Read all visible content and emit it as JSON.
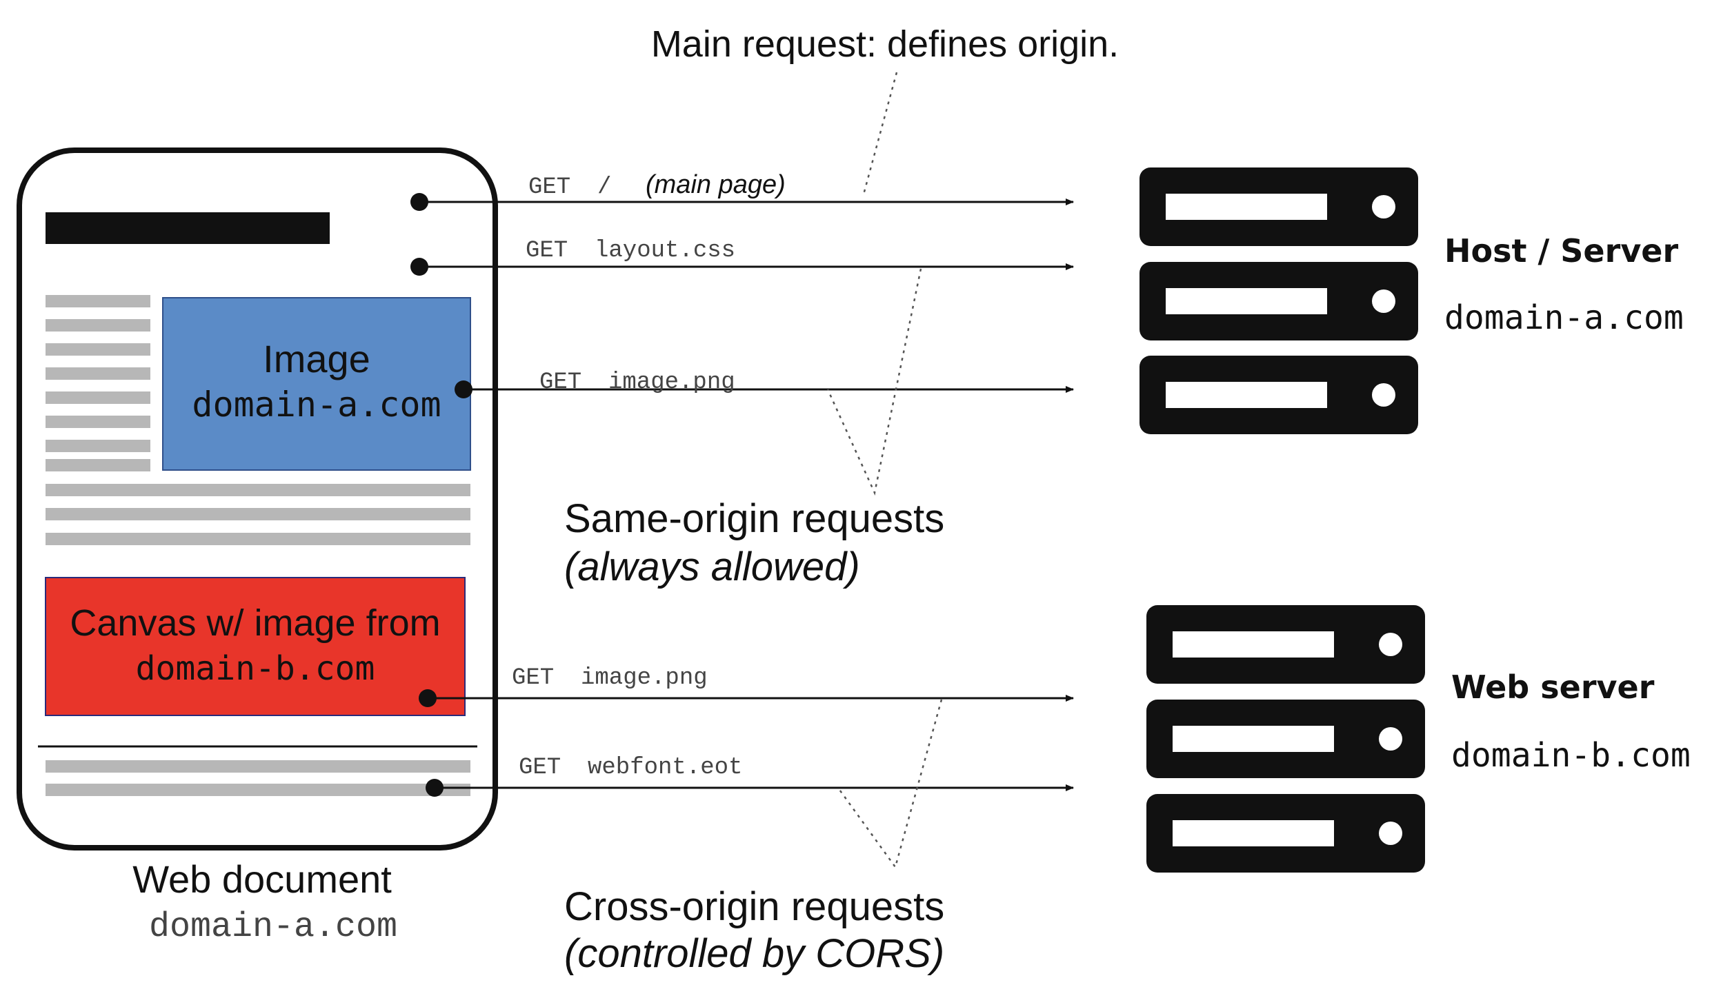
{
  "title": "Main request: defines origin.",
  "document": {
    "label": "Web document",
    "domain": "domain-a.com",
    "image_box": {
      "label": "Image",
      "domain": "domain-a.com",
      "color": "#5b8bc7"
    },
    "canvas_box": {
      "label": "Canvas w/ image from",
      "domain": "domain-b.com",
      "color": "#e8352a"
    }
  },
  "requests": [
    {
      "method": "GET",
      "path": "/",
      "note": "(main page)"
    },
    {
      "method": "GET",
      "path": "layout.css"
    },
    {
      "method": "GET",
      "path": "image.png"
    },
    {
      "method": "GET",
      "path": "image.png"
    },
    {
      "method": "GET",
      "path": "webfont.eot"
    }
  ],
  "groups": {
    "same_origin": {
      "title": "Same-origin requests",
      "subtitle": "(always allowed)"
    },
    "cross_origin": {
      "title": "Cross-origin requests",
      "subtitle": "(controlled by CORS)"
    }
  },
  "servers": {
    "host": {
      "title": "Host / Server",
      "domain": "domain-a.com"
    },
    "web": {
      "title": "Web server",
      "domain": "domain-b.com"
    }
  },
  "icons": {
    "server_rack": "server-icon",
    "request_arrow": "arrow-right-icon"
  }
}
